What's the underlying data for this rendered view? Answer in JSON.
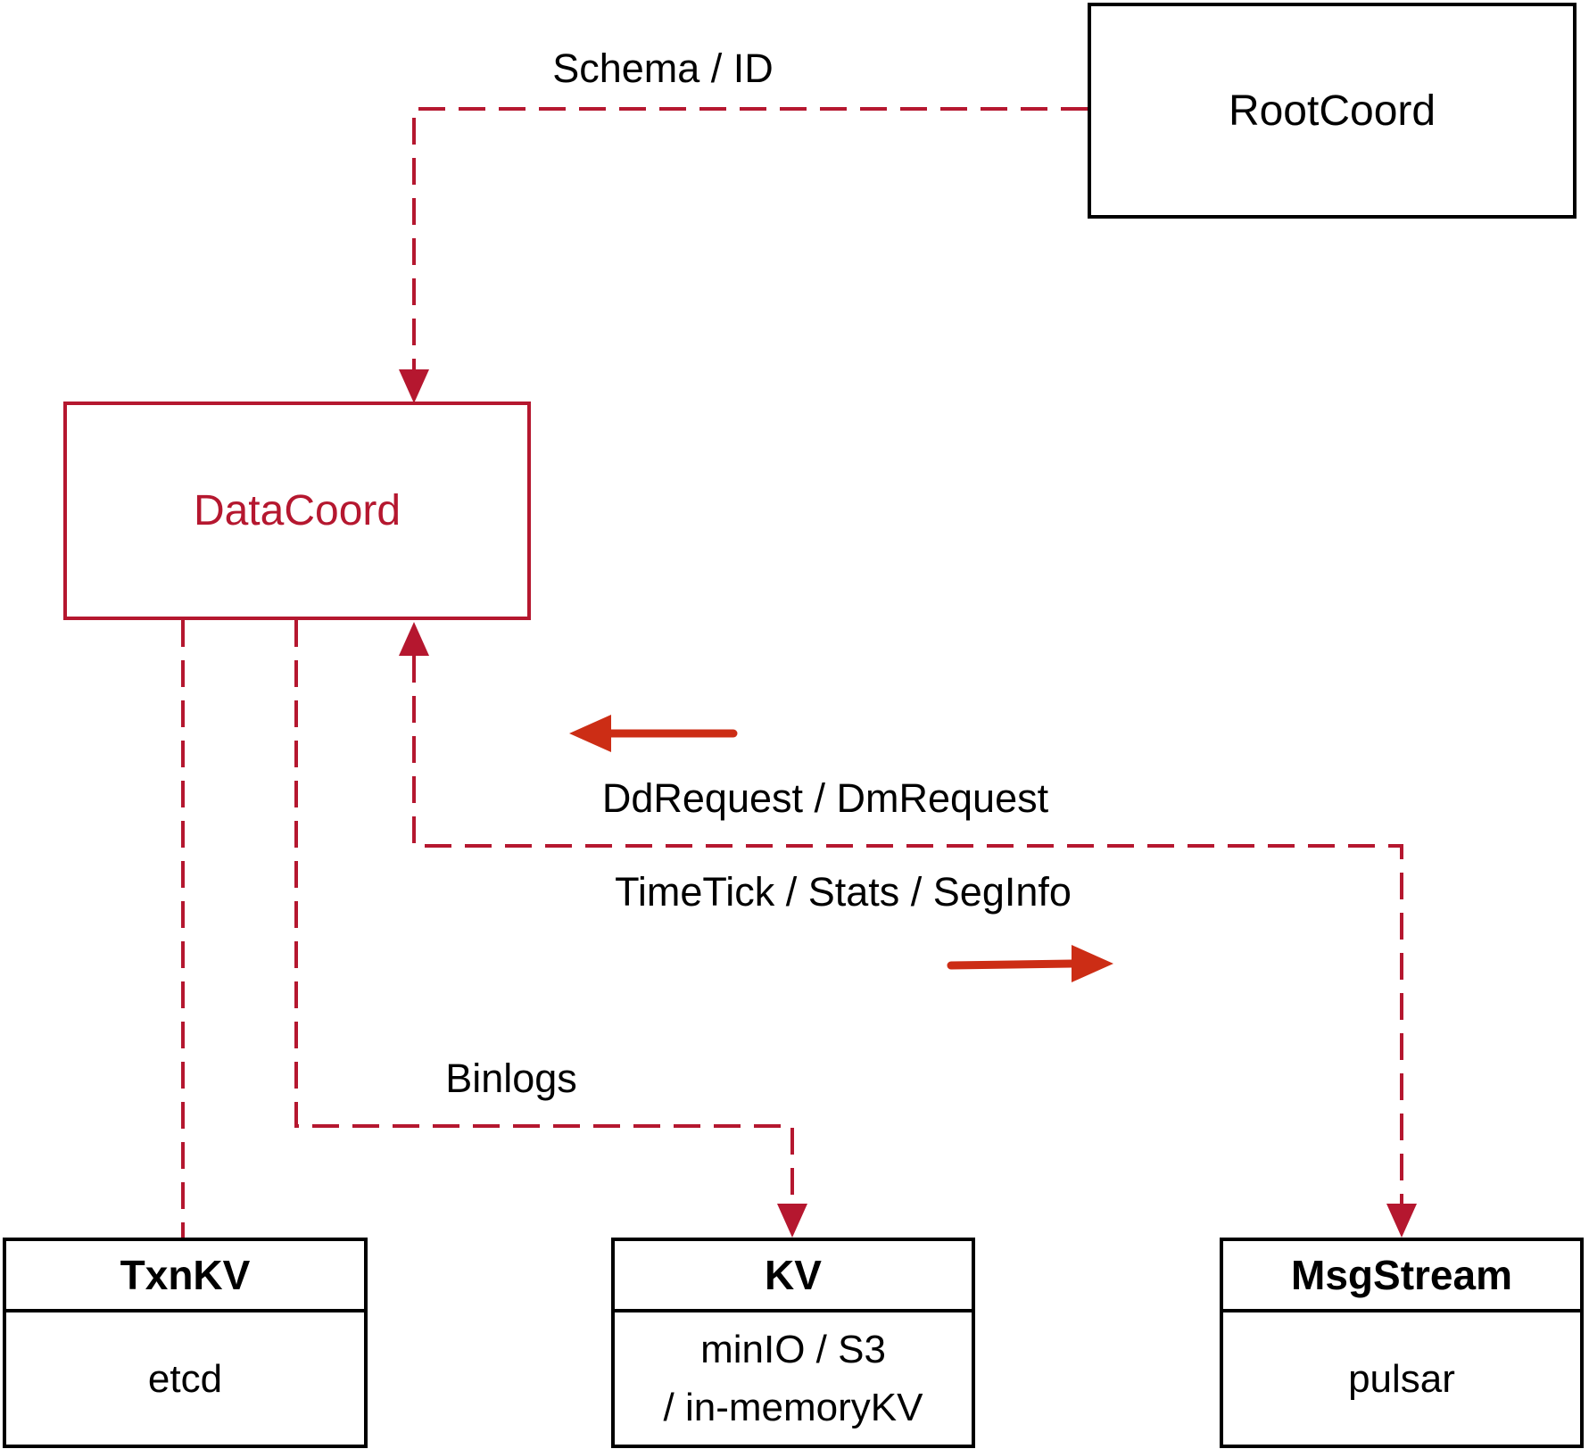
{
  "diagram": {
    "background": "#ffffff",
    "colors": {
      "dashed_line": "#b5172f",
      "datacoord_accent": "#b5172f",
      "solid_arrow": "#cc2d15",
      "box_border": "#000000",
      "text": "#000000"
    },
    "nodes": {
      "rootcoord": {
        "label": "RootCoord"
      },
      "datacoord": {
        "label": "DataCoord"
      },
      "txnkv": {
        "title": "TxnKV",
        "body": "etcd"
      },
      "kv": {
        "title": "KV",
        "body_line1": "minIO / S3",
        "body_line2": "/ in-memoryKV"
      },
      "msgstream": {
        "title": "MsgStream",
        "body": "pulsar"
      }
    },
    "edge_labels": {
      "schema_id": "Schema / ID",
      "dd_request": "DdRequest / DmRequest",
      "timetick": "TimeTick / Stats / SegInfo",
      "binlogs": "Binlogs"
    }
  }
}
